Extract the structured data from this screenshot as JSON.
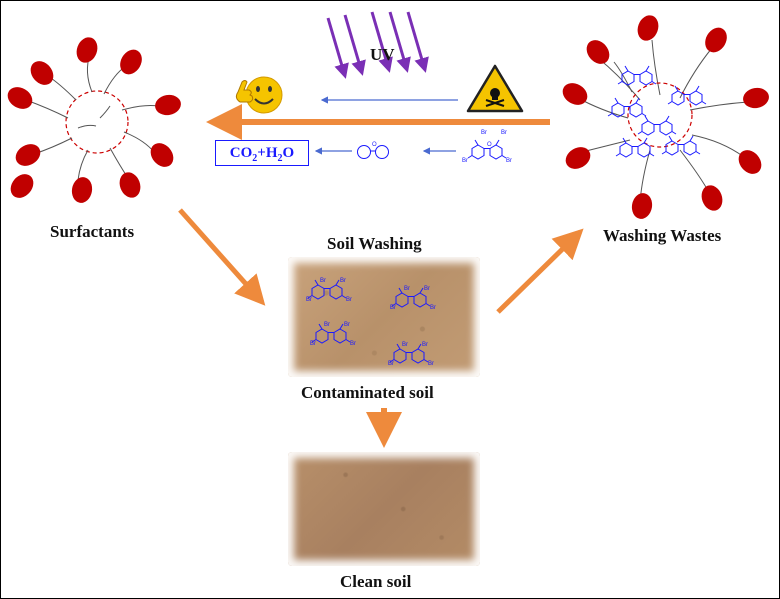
{
  "diagram": {
    "uv_label": "UV",
    "surfactants_label": "Surfactants",
    "washing_wastes_label": "Washing Wastes",
    "soil_washing_label": "Soil Washing",
    "contaminated_soil_label": "Contaminated soil",
    "clean_soil_label": "Clean soil",
    "co2_h2o_label": {
      "co": "CO",
      "two": "2",
      "plus_h": "+H",
      "o": "O"
    },
    "br_label": "Br",
    "o_label": "O"
  },
  "colors": {
    "arrow_orange": "#ee8a3c",
    "uv_purple": "#7a2fb5",
    "micelle_red": "#c00000",
    "molecule_blue": "#1a1aff",
    "hazard_yellow": "#f5c400"
  }
}
